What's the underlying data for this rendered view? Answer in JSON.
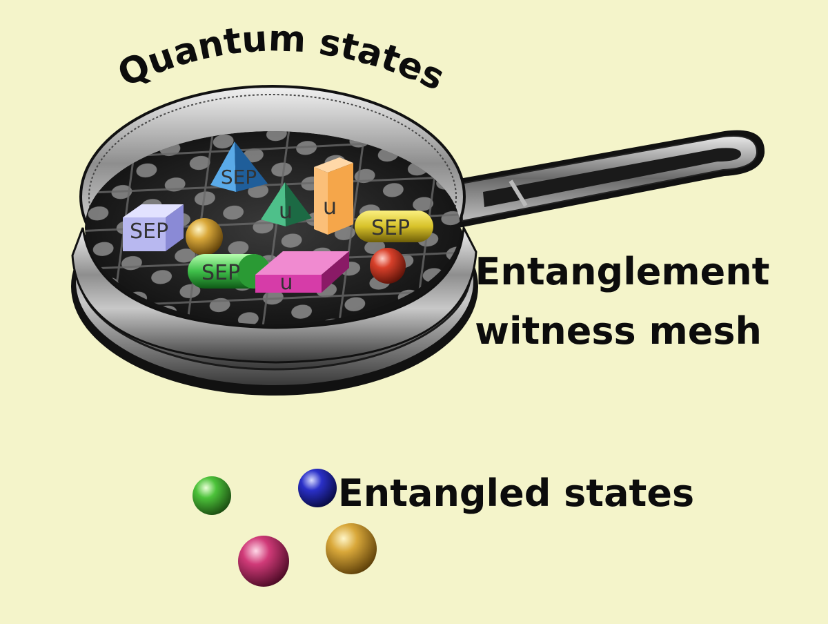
{
  "labels": {
    "top_arc": "Quantum states",
    "mesh_line1": "Entanglement",
    "mesh_line2": "witness mesh",
    "entangled": "Entangled states"
  },
  "objects_in_pan": {
    "sep_pyramid": "SEP",
    "sep_cube": "SEP",
    "sep_capsule_yellow": "SEP",
    "sep_capsule_green": "SEP",
    "u_pyramid": "u",
    "u_bar": "u",
    "u_slab": "u"
  },
  "colors": {
    "background": "#f4f4ca",
    "sep_pyramid": "#3b8fd6",
    "sep_cube": "#b8b8f0",
    "sep_capsule_yellow": "#d8c22a",
    "sep_capsule_green": "#3fbf4a",
    "u_pyramid": "#2e9a6a",
    "u_bar": "#f5a64a",
    "u_slab": "#d63ca8",
    "gold_sphere": "#c79a2a",
    "red_sphere": "#d8402a",
    "entangled_green": "#4cc23a",
    "entangled_blue": "#2a30c8",
    "entangled_pink": "#d03a78",
    "entangled_gold": "#d9a83a"
  }
}
